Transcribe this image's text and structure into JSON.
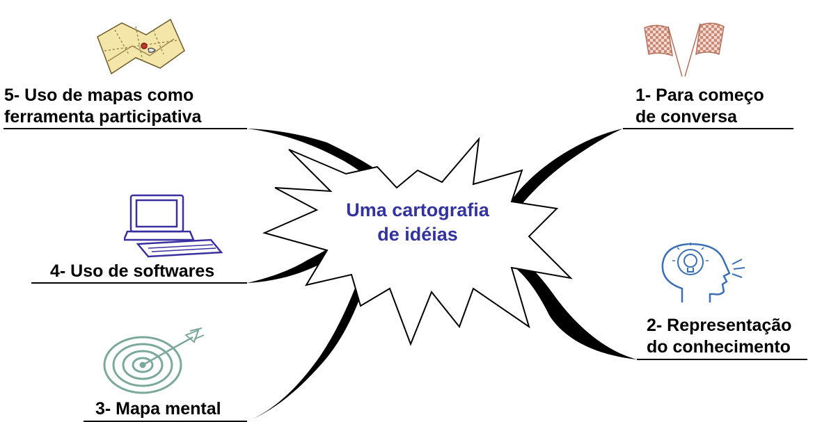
{
  "center": {
    "line1": "Uma cartografia",
    "line2": "de idéias",
    "color": "#3333a0"
  },
  "branches": {
    "b5": {
      "line1": "5- Uso de mapas como",
      "line2": "ferramenta participativa",
      "icon": "map-icon"
    },
    "b1": {
      "line1": "1- Para começo",
      "line2": "de conversa",
      "icon": "checkered-flags-icon"
    },
    "b4": {
      "line1": "4- Uso de softwares",
      "icon": "computer-icon"
    },
    "b2": {
      "line1": "2- Representação",
      "line2": "do conhecimento",
      "icon": "head-lightbulb-icon"
    },
    "b3": {
      "line1": "3- Mapa mental",
      "icon": "target-arrow-icon"
    }
  },
  "colors": {
    "flag": "#c98a78",
    "map": "#f3e6a8",
    "computer": "#3a2fa0",
    "head": "#3b6fb5",
    "target": "#7aa89a"
  }
}
